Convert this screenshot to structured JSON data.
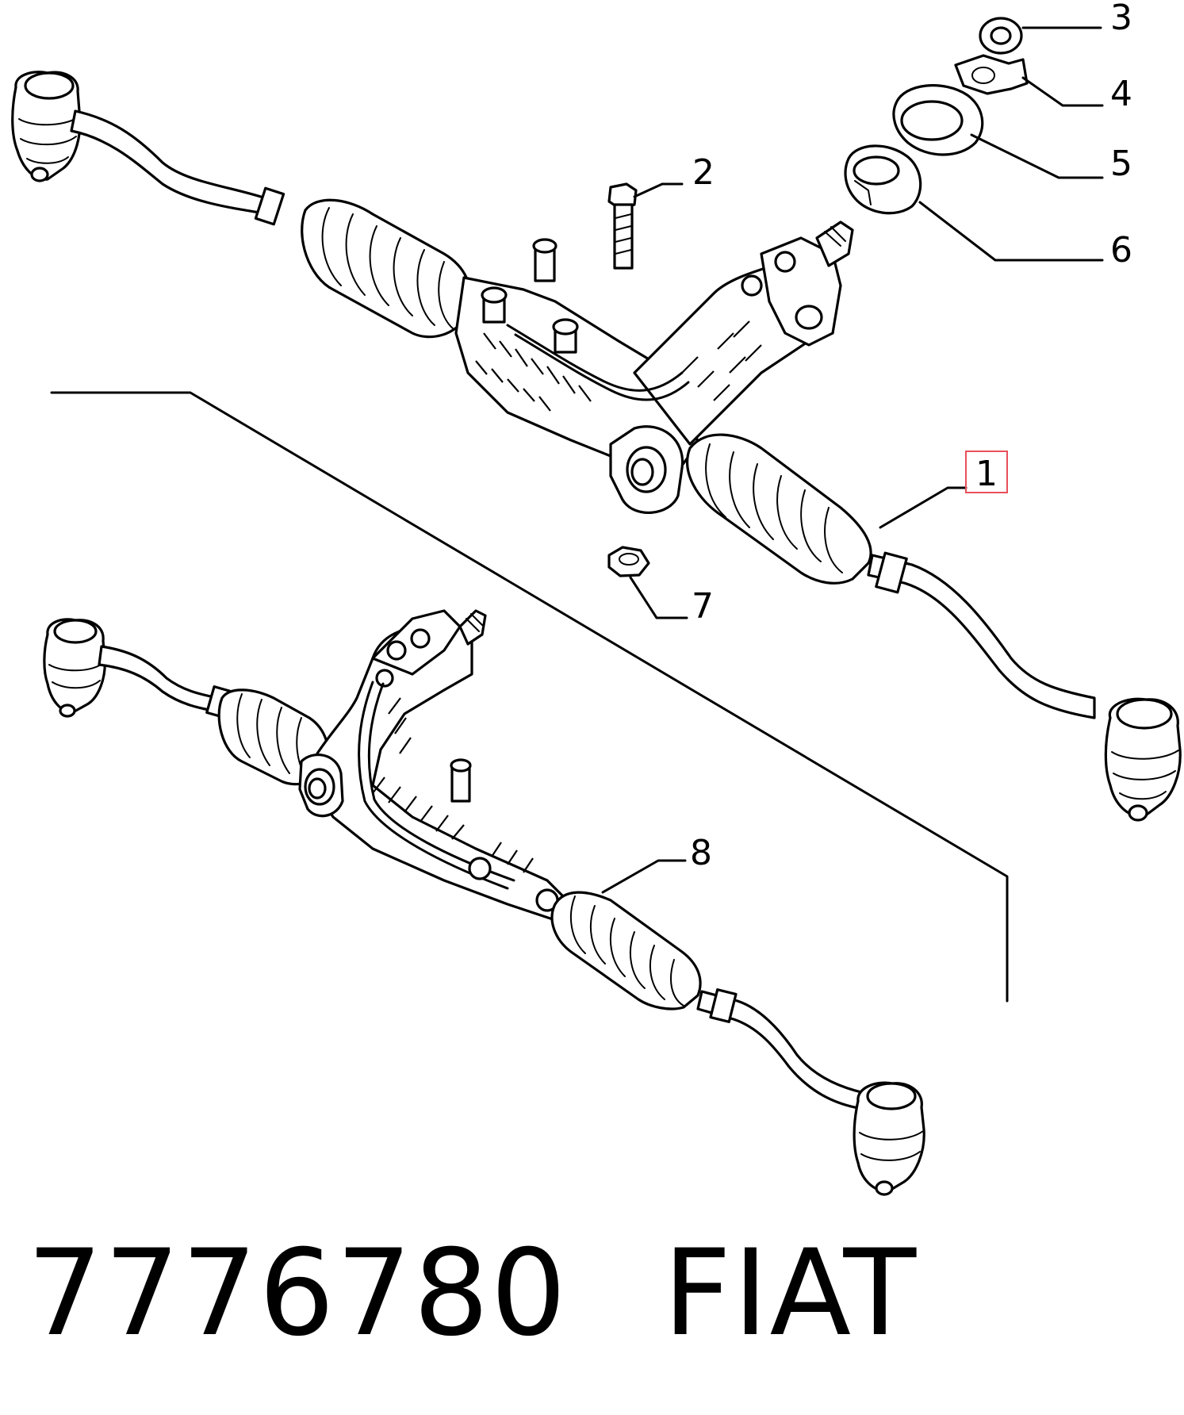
{
  "diagram": {
    "callouts": [
      {
        "id": "c1",
        "label": "1",
        "highlighted": true
      },
      {
        "id": "c2",
        "label": "2"
      },
      {
        "id": "c3",
        "label": "3"
      },
      {
        "id": "c4",
        "label": "4"
      },
      {
        "id": "c5",
        "label": "5"
      },
      {
        "id": "c6",
        "label": "6"
      },
      {
        "id": "c7",
        "label": "7"
      },
      {
        "id": "c8",
        "label": "8"
      }
    ],
    "highlight_color": "#e8505b"
  },
  "caption": {
    "part_number": "7776780",
    "brand": "FIAT"
  }
}
